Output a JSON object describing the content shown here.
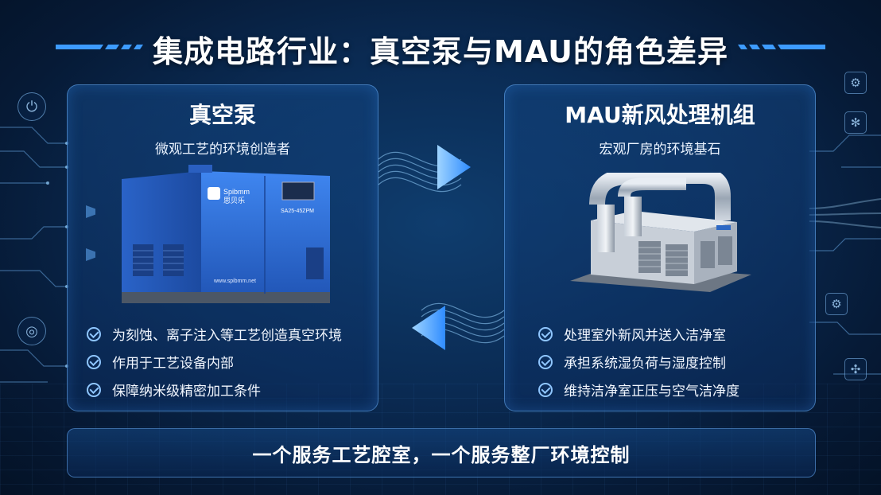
{
  "title": "集成电路行业：真空泵与MAU的角色差异",
  "left_panel": {
    "heading": "真空泵",
    "subtitle": "微观工艺的环境创造者",
    "product": {
      "brand_en": "Spibmm",
      "brand_cn": "思贝乐",
      "model": "SA25-45ZPM",
      "website": "www.spibmm.net"
    },
    "bullets": [
      "为刻蚀、离子注入等工艺创造真空环境",
      "作用于工艺设备内部",
      "保障纳米级精密加工条件"
    ]
  },
  "right_panel": {
    "heading": "MAU新风处理机组",
    "subtitle": "宏观厂房的环境基石",
    "bullets": [
      "处理室外新风并送入洁净室",
      "承担系统湿负荷与湿度控制",
      "维持洁净室正压与空气洁净度"
    ]
  },
  "footer": "一个服务工艺腔室，一个服务整厂环境控制",
  "icons": {
    "left": [
      "power-icon",
      "gear-icon",
      "chip-icon"
    ],
    "right": [
      "gear-icon",
      "fan-icon",
      "gear-icon",
      "fan-icon"
    ]
  },
  "colors": {
    "accent": "#2f8cff",
    "pump_blue": "#2f6fd6",
    "panel_border": "#6eb4ff"
  }
}
